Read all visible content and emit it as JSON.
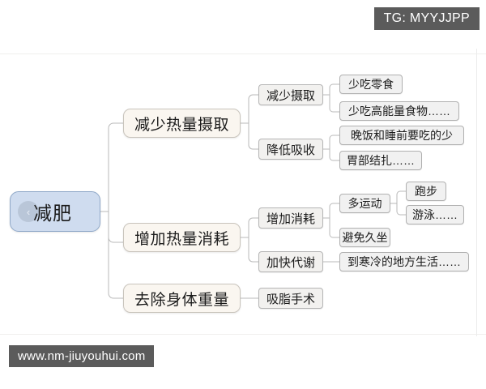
{
  "overlays": {
    "tg_badge": "TG: MYYJJPP",
    "watermark": "www.nm-jiuyouhui.com"
  },
  "icons": {
    "collapse": "collapse-chevron-icon",
    "collapse_glyph": "‹"
  },
  "colors": {
    "root_fill": "#cfdcef",
    "root_border": "#8fa8c8",
    "level2_fill": "#faf6f0",
    "level2_border": "#c9c4bc",
    "level3_fill": "#f2f1ef",
    "level3_border": "#b5b5b5",
    "leaf_fill": "#f1f1f1",
    "leaf_border": "#b0b0b0",
    "connector": "#b9b9b9",
    "badge_fill": "#5b5b5b",
    "badge_text": "#ffffff",
    "canvas": "#ffffff"
  },
  "mindmap": {
    "root": {
      "label": "减肥",
      "children": [
        {
          "label": "减少热量摄取",
          "children": [
            {
              "label": "减少摄取",
              "children": [
                {
                  "label": "少吃零食"
                },
                {
                  "label": "少吃高能量食物……"
                }
              ]
            },
            {
              "label": "降低吸收",
              "children": [
                {
                  "label": "晚饭和睡前要吃的少"
                },
                {
                  "label": "胃部结扎……"
                }
              ]
            }
          ]
        },
        {
          "label": "增加热量消耗",
          "children": [
            {
              "label": "增加消耗",
              "children": [
                {
                  "label": "多运动",
                  "children": [
                    {
                      "label": "跑步"
                    },
                    {
                      "label": "游泳……"
                    }
                  ]
                },
                {
                  "label": "避免久坐"
                }
              ]
            },
            {
              "label": "加快代谢",
              "children": [
                {
                  "label": "到寒冷的地方生活……"
                }
              ]
            }
          ]
        },
        {
          "label": "去除身体重量",
          "children": [
            {
              "label": "吸脂手术",
              "children": []
            }
          ]
        }
      ]
    }
  },
  "nodes": {
    "root": "减肥",
    "b1": "减少热量摄取",
    "b2": "增加热量消耗",
    "b3": "去除身体重量",
    "c1": "减少摄取",
    "c2": "降低吸收",
    "c3": "增加消耗",
    "c4": "加快代谢",
    "c5": "吸脂手术",
    "d1": "少吃零食",
    "d2": "少吃高能量食物……",
    "d3": "晚饭和睡前要吃的少",
    "d4": "胃部结扎……",
    "d5": "多运动",
    "d6": "避免久坐",
    "d7": "到寒冷的地方生活……",
    "e1": "跑步",
    "e2": "游泳……"
  }
}
